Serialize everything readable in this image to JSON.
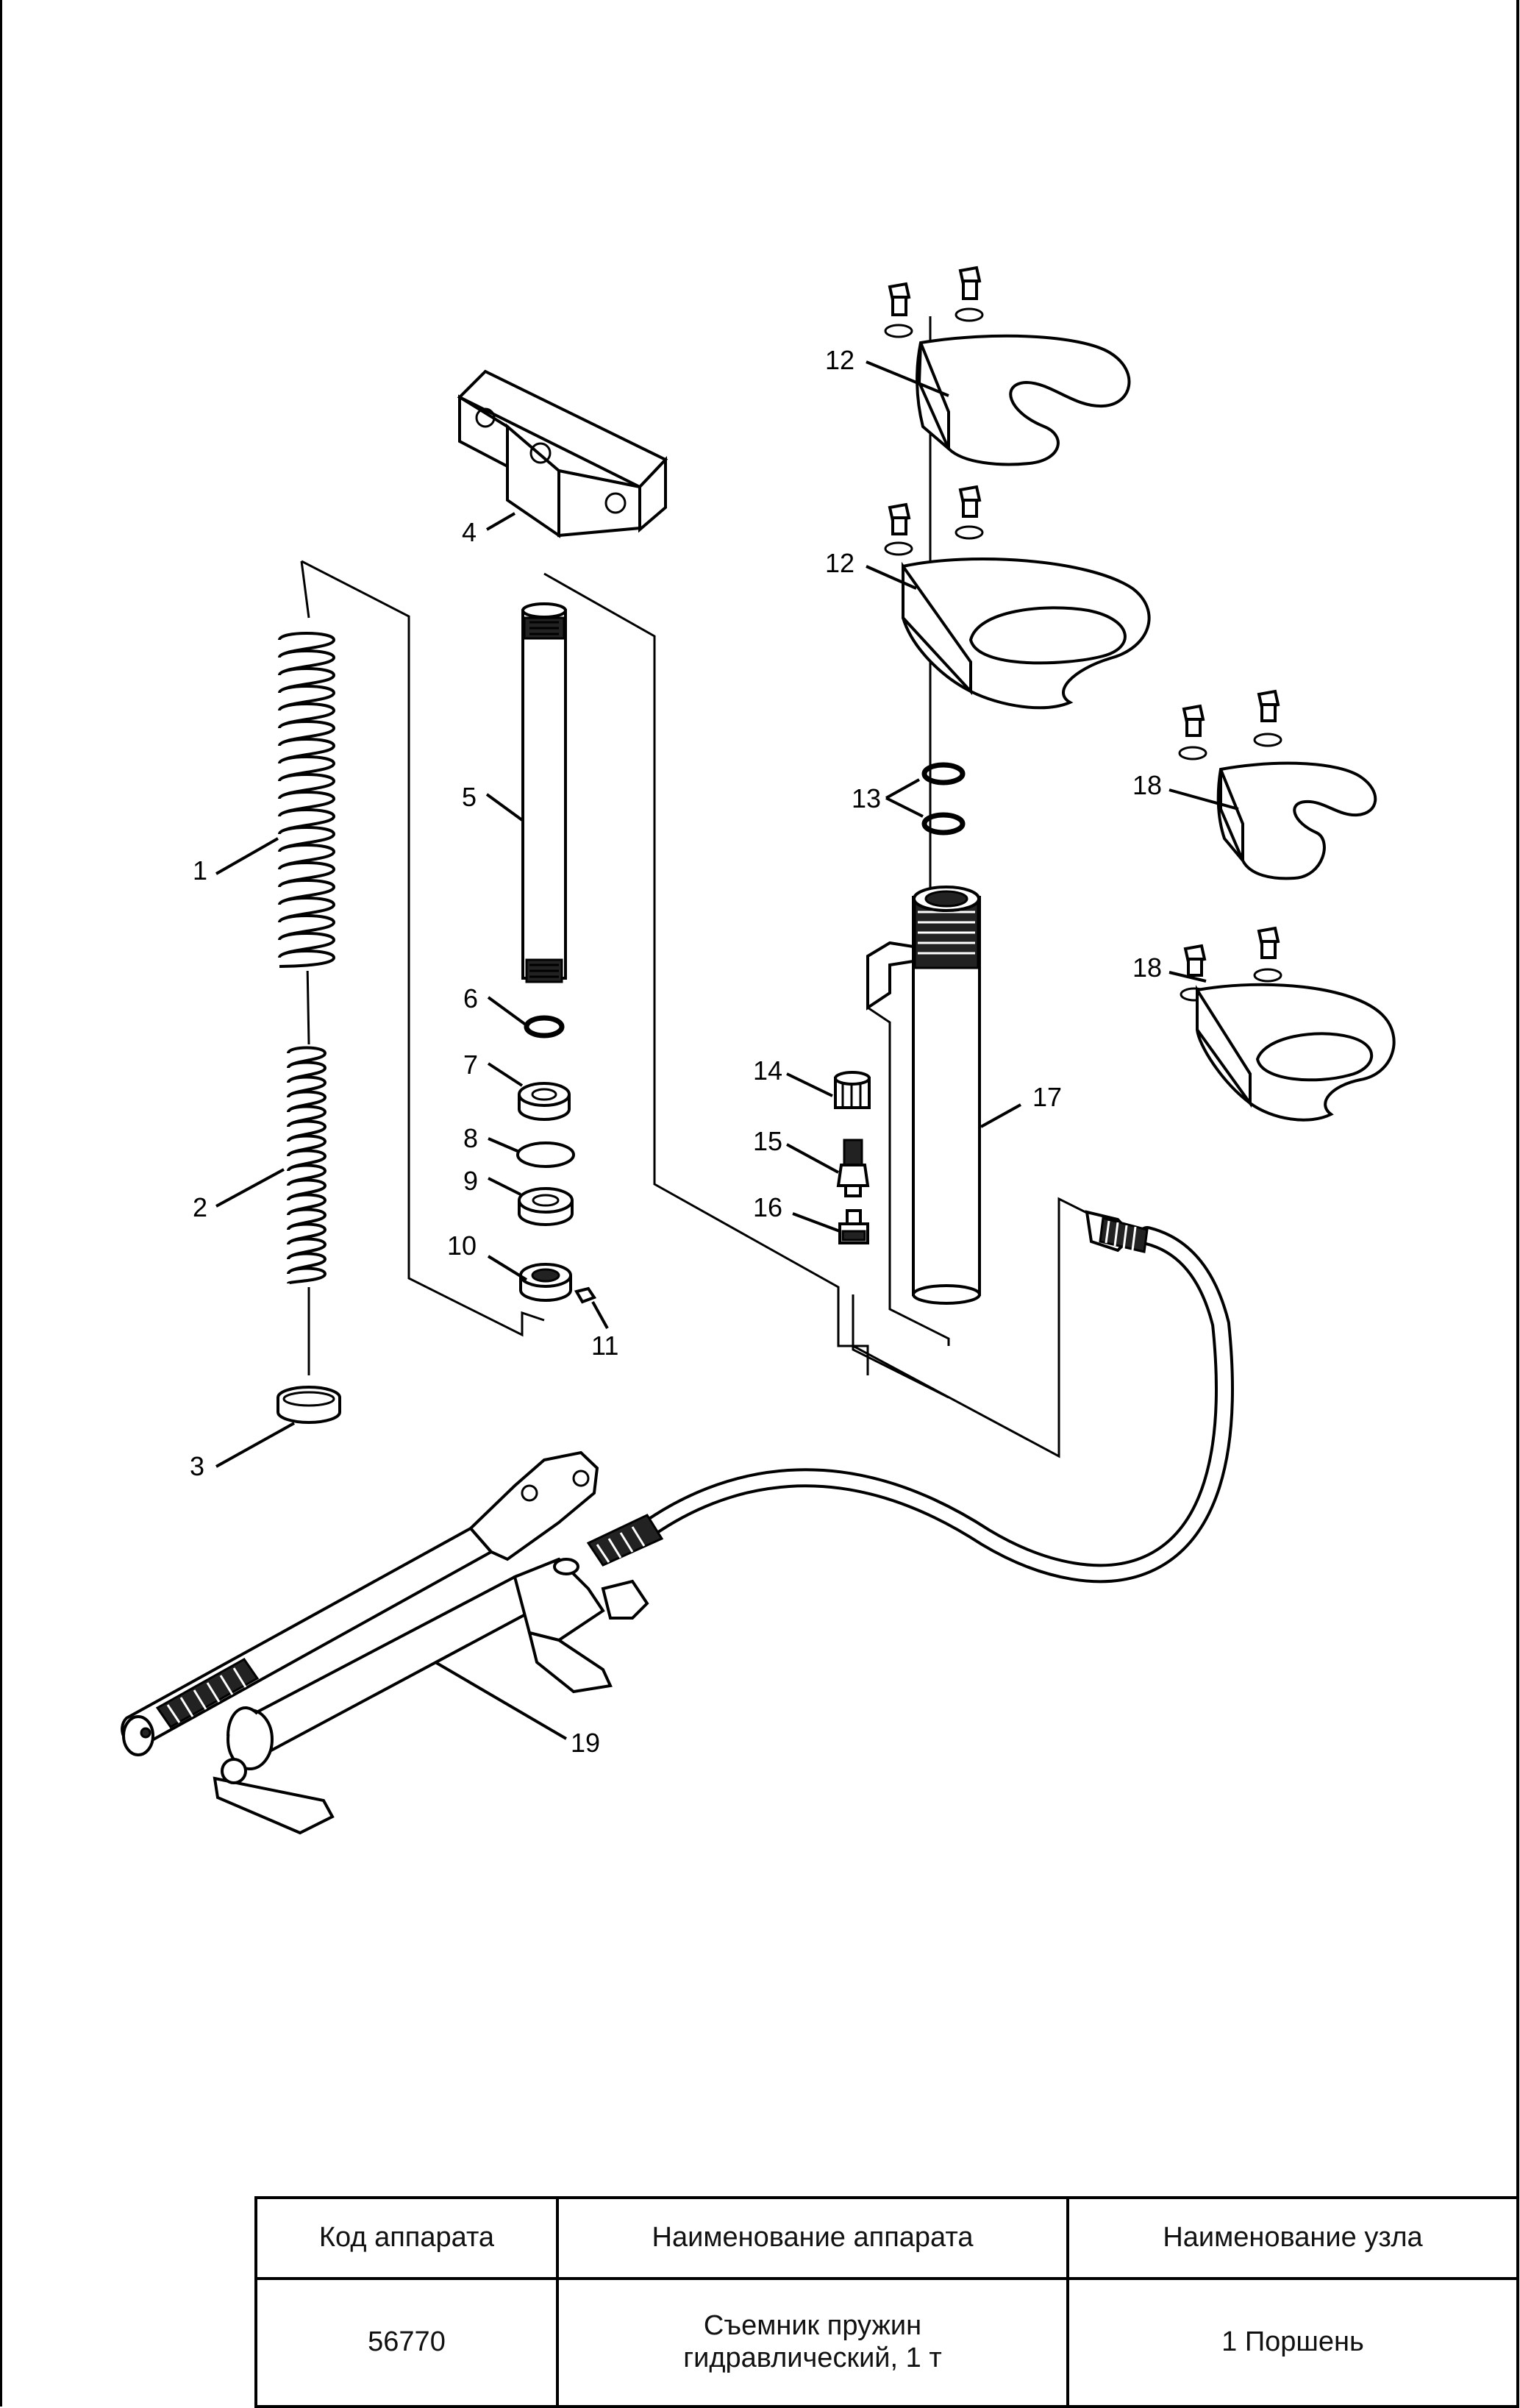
{
  "callouts": {
    "n1": "1",
    "n2": "2",
    "n3": "3",
    "n4": "4",
    "n5": "5",
    "n6": "6",
    "n7": "7",
    "n8": "8",
    "n9": "9",
    "n10": "10",
    "n11": "11",
    "n12a": "12",
    "n12b": "12",
    "n13": "13",
    "n14": "14",
    "n15": "15",
    "n16": "16",
    "n17": "17",
    "n18a": "18",
    "n18b": "18",
    "n19": "19"
  },
  "title_block": {
    "headers": [
      "Код аппарата",
      "Наименование аппарата",
      "Наименование узла"
    ],
    "row": {
      "code": "56770",
      "name_line1": "Съемник пружин",
      "name_line2": "гидравлический, 1 т",
      "assembly": "1 Поршень"
    }
  }
}
